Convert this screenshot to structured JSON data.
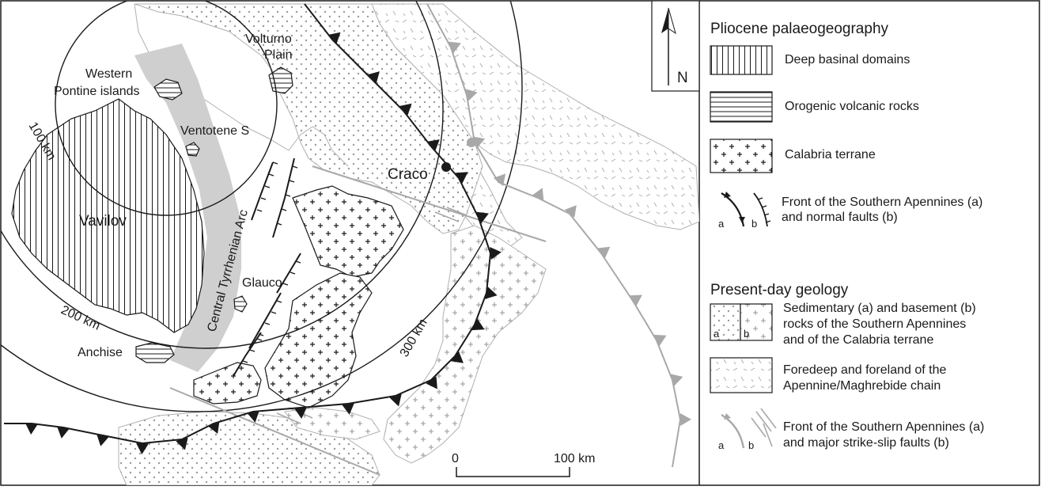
{
  "map": {
    "labels": {
      "volturno_1": "Volturno",
      "volturno_2": "Plain",
      "pontine_1": "Western",
      "pontine_2": "Pontine islands",
      "ventotene": "Ventotene S",
      "vavilov": "Vavilov",
      "glauco": "Glauco",
      "anchise": "Anchise",
      "craco": "Craco",
      "arc": "Central Tyrrhenian Arc",
      "r100": "100 km",
      "r200": "200 km",
      "r300": "300 km"
    },
    "north": "N",
    "scale": {
      "zero": "0",
      "end": "100 km"
    }
  },
  "legend": {
    "pliocene_title": "Pliocene palaeogeography",
    "deep_basinal": "Deep basinal domains",
    "orogenic_volcanic": "Orogenic volcanic rocks",
    "calabria_terrane": "Calabria terrane",
    "front_1": "Front of the Southern Apennines (a)",
    "front_2": "and normal faults (b)",
    "a": "a",
    "b": "b",
    "present_title": "Present-day geology",
    "sed_1": "Sedimentary (a) and basement (b)",
    "sed_2": "rocks of the Southern Apennines",
    "sed_3": "and of the Calabria terrane",
    "fore_1": "Foredeep and foreland of the",
    "fore_2": "Apennine/Maghrebide chain",
    "pfront_1": "Front of the Southern Apennines (a)",
    "pfront_2": "and major strike-slip faults (b)"
  },
  "colors": {
    "ink": "#1a1a1a",
    "grey_line": "#a8a8a8",
    "grey_fill": "#c8c8c8",
    "arc_band": "#cfcfcf",
    "land_outline": "#b0b0b0"
  }
}
